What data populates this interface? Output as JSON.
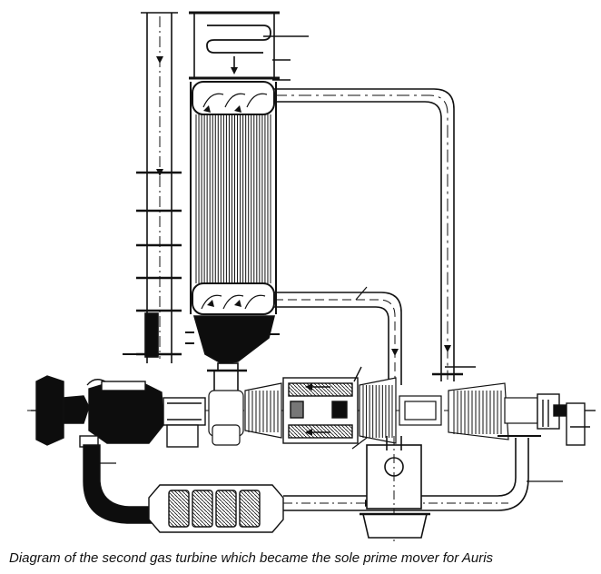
{
  "caption": "Diagram of the second gas turbine which became the sole prime mover for Auris",
  "colors": {
    "ink": "#111111",
    "paper": "#ffffff",
    "fill_dark": "#0d0d0d",
    "fill_grey": "#777777"
  },
  "components": [
    "exhaust-stack",
    "heat-exchanger",
    "recuperator-tube-bank",
    "exhaust-hopper",
    "compressor-air-duct",
    "hot-gas-return-pipe",
    "reduction-gearbox",
    "coupling",
    "low-pressure-compressor",
    "intercooler",
    "high-pressure-compressor",
    "combustion-chamber",
    "power-turbine",
    "intake-filter-silencer",
    "air-intake",
    "output-shaft-flange"
  ]
}
